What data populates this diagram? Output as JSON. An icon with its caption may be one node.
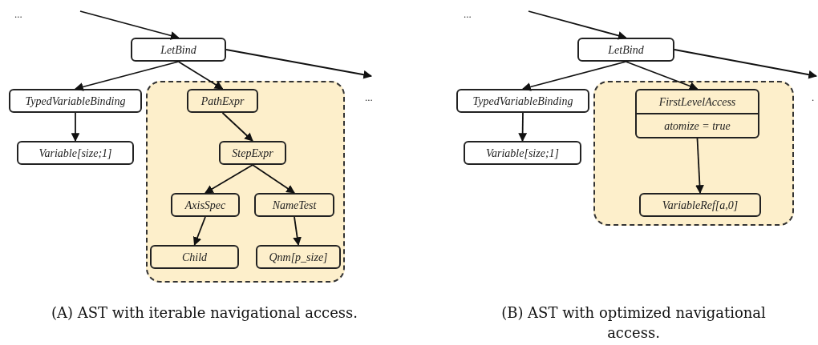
{
  "diagram": {
    "nodes": [
      {
        "text": [
          "LetBind"
        ]
      },
      {
        "text": [
          "TypedVariableBinding"
        ]
      },
      {
        "text": [
          "Variable[size;1]"
        ]
      },
      {
        "text": [],
        "shape": "box"
      },
      {
        "text": [
          "PathExpr"
        ],
        "in": 3
      },
      {
        "text": [
          "StepExpr"
        ],
        "in": 3
      },
      {
        "text": [
          "AxisSpec"
        ],
        "in": 3
      },
      {
        "text": [
          "NameTest"
        ],
        "in": 3
      },
      {
        "text": [
          "Child"
        ],
        "in": 3
      },
      {
        "text": [
          "Qnm[p_size]"
        ],
        "in": 3
      },
      {
        "text": [
          "LetBind"
        ]
      },
      {
        "text": [
          "TypedVariableBinding"
        ]
      },
      {
        "text": [
          "Variable[size;1]"
        ]
      },
      {
        "text": [],
        "shape": "box"
      },
      {
        "text": [
          "FirstLevelAccess",
          "atomize = true"
        ],
        "in": 13
      },
      {
        "text": [
          "VariableRef[a,0]"
        ],
        "in": 13
      }
    ],
    "edges": [
      {
        "from": null,
        "to": 0,
        "arrow": "to"
      },
      {
        "from": 0,
        "to": 1,
        "arrow": "to"
      },
      {
        "from": 0,
        "to": 4,
        "arrow": "to"
      },
      {
        "from": 0,
        "to": null,
        "arrow": "to"
      },
      {
        "from": 1,
        "to": 2,
        "arrow": "to"
      },
      {
        "from": 4,
        "to": 5,
        "arrow": "to"
      },
      {
        "from": 5,
        "to": 6,
        "arrow": "to"
      },
      {
        "from": 5,
        "to": 7,
        "arrow": "to"
      },
      {
        "from": 6,
        "to": 8,
        "arrow": "to"
      },
      {
        "from": 7,
        "to": 9,
        "arrow": "to"
      },
      {
        "from": null,
        "to": 10,
        "arrow": "to"
      },
      {
        "from": 10,
        "to": 11,
        "arrow": "to"
      },
      {
        "from": 10,
        "to": 14,
        "arrow": "to"
      },
      {
        "from": 10,
        "to": null,
        "arrow": "to"
      },
      {
        "from": 11,
        "to": 12,
        "arrow": "to"
      },
      {
        "from": 14,
        "to": 15,
        "arrow": "to"
      }
    ],
    "labels": [
      "...",
      "...",
      "...",
      ".",
      "(A) AST with iterable navigational access.",
      "(B) AST with optimized navigational access."
    ]
  }
}
